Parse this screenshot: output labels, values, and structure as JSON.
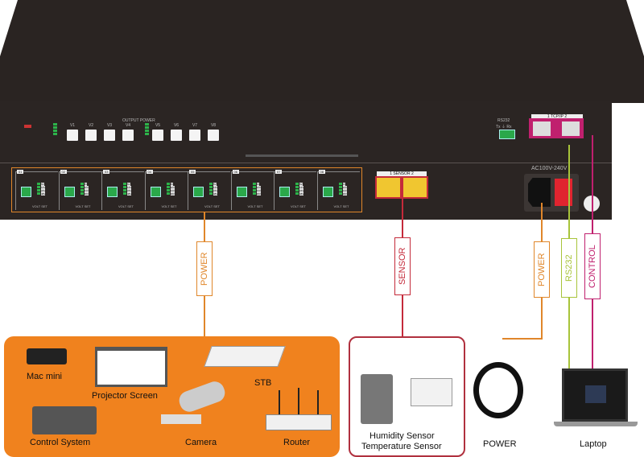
{
  "device": {
    "output_power_label": "OUTPUT POWER",
    "output_buttons": [
      "V1",
      "V2",
      "V3",
      "V4",
      "V5",
      "V6",
      "V7",
      "V8"
    ],
    "channels": [
      "01",
      "02",
      "03",
      "04",
      "05",
      "06",
      "07",
      "08"
    ],
    "channel_sub_label": "VOLT SET",
    "voltage_options": [
      "5V",
      "12V",
      "24V",
      "48V"
    ],
    "sensor_port_label": "1  SENSOR  2",
    "rs232_label": "RS232",
    "rs232_pins": "Tx ⏚ Rx",
    "tcpip_label": "1  TCP/IP  2",
    "ac_label": "AC100V-240V"
  },
  "connections": {
    "power_left": "POWER",
    "sensor": "SENSOR",
    "power_right": "POWER",
    "rs232": "RS232",
    "control": "CONTROL"
  },
  "devices": {
    "mac_mini": "Mac mini",
    "projector_screen": "Projector Screen",
    "stb": "STB",
    "control_system": "Control System",
    "camera": "Camera",
    "router": "Router",
    "humidity_sensor": "Humidity Sensor",
    "temperature_sensor": "Temperature Sensor",
    "power_cord": "POWER",
    "laptop": "Laptop"
  },
  "colors": {
    "power": "#e0862a",
    "sensor": "#c42a3a",
    "rs232": "#a8c43a",
    "control": "#c0206e"
  }
}
